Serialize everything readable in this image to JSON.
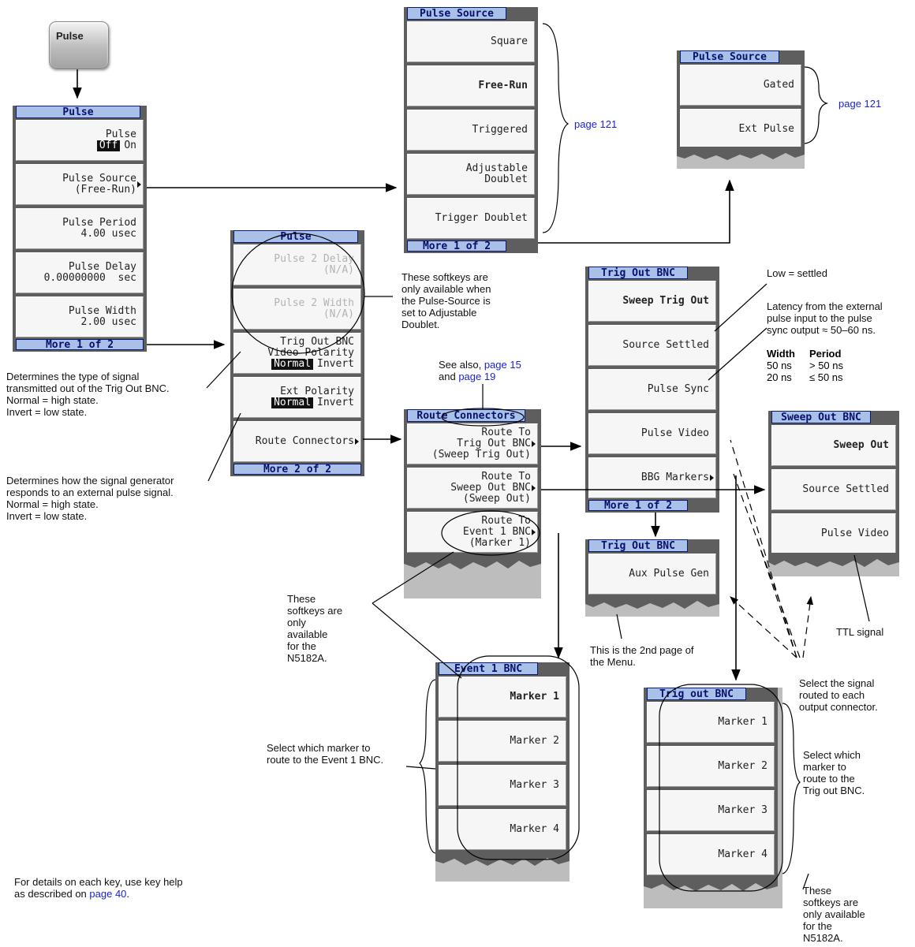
{
  "hardkey": {
    "label": "Pulse"
  },
  "menus": {
    "pulse1": {
      "title": "Pulse",
      "pulse_label": "Pulse",
      "pulse_off": "Off",
      "pulse_on": "On",
      "source_line1": "Pulse Source",
      "source_line2": "(Free-Run)",
      "period_line1": "Pulse Period",
      "period_line2": "4.00 usec",
      "delay_line1": "Pulse Delay",
      "delay_line2": "0.00000000  sec",
      "width_line1": "Pulse Width",
      "width_line2": "2.00 usec",
      "more": "More 1 of 2"
    },
    "pulse2": {
      "title": "Pulse",
      "p2delay_line1": "Pulse 2 Delay",
      "p2delay_line2": "(N/A)",
      "p2width_line1": "Pulse 2 Width",
      "p2width_line2": "(N/A)",
      "video_line1": "Trig Out BNC",
      "video_line2": "Video Polarity",
      "video_normal": "Normal",
      "video_invert": "Invert",
      "ext_label": "Ext Polarity",
      "ext_normal": "Normal",
      "ext_invert": "Invert",
      "route": "Route Connectors",
      "more": "More 2 of 2"
    },
    "pulse_source1": {
      "title": "Pulse Source",
      "square": "Square",
      "freerun": "Free-Run",
      "triggered": "Triggered",
      "adj_line1": "Adjustable",
      "adj_line2": "Doublet",
      "trigger_doublet": "Trigger Doublet",
      "more": "More 1 of 2"
    },
    "pulse_source2": {
      "title": "Pulse Source",
      "gated": "Gated",
      "ext_pulse": "Ext Pulse"
    },
    "route_connectors": {
      "title": "Route Connectors",
      "k1_line1": "Route To",
      "k1_line2": "Trig Out BNC",
      "k1_line3": "(Sweep Trig Out)",
      "k2_line1": "Route To",
      "k2_line2": "Sweep Out BNC",
      "k2_line3": "(Sweep Out)",
      "k3_line1": "Route To",
      "k3_line2": "Event 1 BNC",
      "k3_line3": "(Marker 1)"
    },
    "trig_out1": {
      "title": "Trig Out BNC",
      "sweep_trig_out": "Sweep Trig Out",
      "source_settled": "Source Settled",
      "pulse_sync": "Pulse Sync",
      "pulse_video": "Pulse Video",
      "bbg_markers": "BBG Markers",
      "more": "More 1 of 2"
    },
    "trig_out2": {
      "title": "Trig Out BNC",
      "aux_pulse_gen": "Aux Pulse Gen"
    },
    "sweep_out": {
      "title": "Sweep Out BNC",
      "sweep_out": "Sweep Out",
      "source_settled": "Source Settled",
      "pulse_video": "Pulse Video"
    },
    "event1": {
      "title": "Event 1 BNC",
      "m1": "Marker 1",
      "m2": "Marker 2",
      "m3": "Marker 3",
      "m4": "Marker 4"
    },
    "trig_out_markers": {
      "title": "Trig out BNC",
      "m1": "Marker 1",
      "m2": "Marker 2",
      "m3": "Marker 3",
      "m4": "Marker 4"
    }
  },
  "notes": {
    "page121a": "page 121",
    "page121b": "page 121",
    "adj_doublet_line1": "These softkeys are",
    "adj_doublet_line2": "only available when",
    "adj_doublet_line3": "the Pulse-Source is",
    "adj_doublet_line4": "set to Adjustable",
    "adj_doublet_line5": "Doublet.",
    "see_also_line1": "See also, ",
    "see_also_link1": "page 15",
    "see_also_line2": "and ",
    "see_also_link2": "page 19",
    "low_settled": "Low = settled",
    "latency_line1": "Latency from the external",
    "latency_line2": "pulse input to the pulse",
    "latency_line3": "sync output ≈ 50–60 ns.",
    "width_head": "Width",
    "period_head": "Period",
    "row1_width": "50 ns",
    "row1_period": "> 50 ns",
    "row2_width": "20 ns",
    "row2_period": "≤ 50 ns",
    "video_pol_line1": "Determines the type of signal",
    "video_pol_line2": "transmitted out of the Trig Out BNC.",
    "video_pol_line3": "Normal = high state.",
    "video_pol_line4": "Invert = low state.",
    "ext_pol_line1": "Determines how the signal generator",
    "ext_pol_line2": "responds to an external pulse signal.",
    "ext_pol_line3": "Normal = high state.",
    "ext_pol_line4": "Invert = low state.",
    "n5182_a_line1": "These",
    "n5182_a_line2": "softkeys are",
    "n5182_a_line3": "only",
    "n5182_a_line4": "available",
    "n5182_a_line5": "for the",
    "n5182_a_line6": "N5182A.",
    "second_page_line1": "This is the 2nd page of",
    "second_page_line2": "the Menu.",
    "ttl": "TTL signal",
    "select_signal_line1": "Select the signal",
    "select_signal_line2": "routed to each",
    "select_signal_line3": "output connector.",
    "select_event_line1": "Select which marker to",
    "select_event_line2": "route to the Event 1 BNC.",
    "select_trig_line1": "Select which",
    "select_trig_line2": "marker to",
    "select_trig_line3": "route to the",
    "select_trig_line4": "Trig out BNC.",
    "n5182_b_line1": "These",
    "n5182_b_line2": "softkeys are",
    "n5182_b_line3": "only available",
    "n5182_b_line4": "for the",
    "n5182_b_line5": "N5182A.",
    "details_line1": "For details on each key, use key help",
    "details_line2": "as described on ",
    "details_link": "page 40",
    "details_end": "."
  }
}
